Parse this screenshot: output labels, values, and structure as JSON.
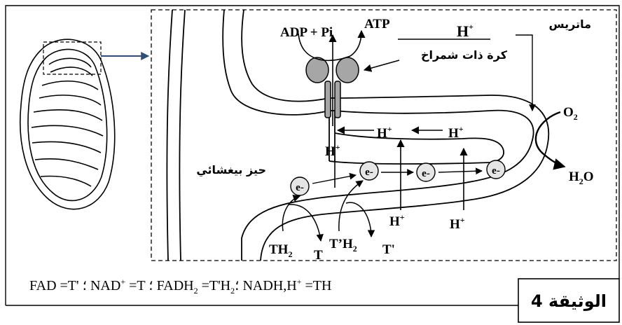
{
  "labels": {
    "adp_pi": "ADP + Pi",
    "atp": "ATP",
    "h": "H",
    "plus": "+",
    "matrix": "ماتريس",
    "atp_synthase": "كرة ذات شمراخ",
    "intermembrane": "حيز بيغشائي",
    "o2": "O",
    "o2_sub": "2",
    "h2o_h": "H",
    "h2o_sub": "2",
    "h2o_o": "O",
    "electron": "e-",
    "th2": "TH",
    "th2_sub": "2",
    "t": "T",
    "tp_h2": "T’H",
    "tp_h2_sub": "2",
    "t_prime": "T'"
  },
  "legend": {
    "fad": "FAD =T'",
    "sep1": " ؛ ",
    "nad": "NAD",
    "nad_sup": "+",
    "nad_rest": " =T",
    "sep2": " ؛ ",
    "fadh2_a": "FADH",
    "fadh2_sub": "2",
    "fadh2_b": " =T'H",
    "fadh2_sub2": "2",
    "sep3": "؛ ",
    "nadh": "NADH,H",
    "nadh_sup": "+",
    "nadh_rest": " =TH"
  },
  "doc_label": "الوثيقة 4",
  "colors": {
    "ink": "#000000",
    "atp_synthase_fill": "#a6a6a6",
    "pointer_arrow": "#2e4e78"
  }
}
